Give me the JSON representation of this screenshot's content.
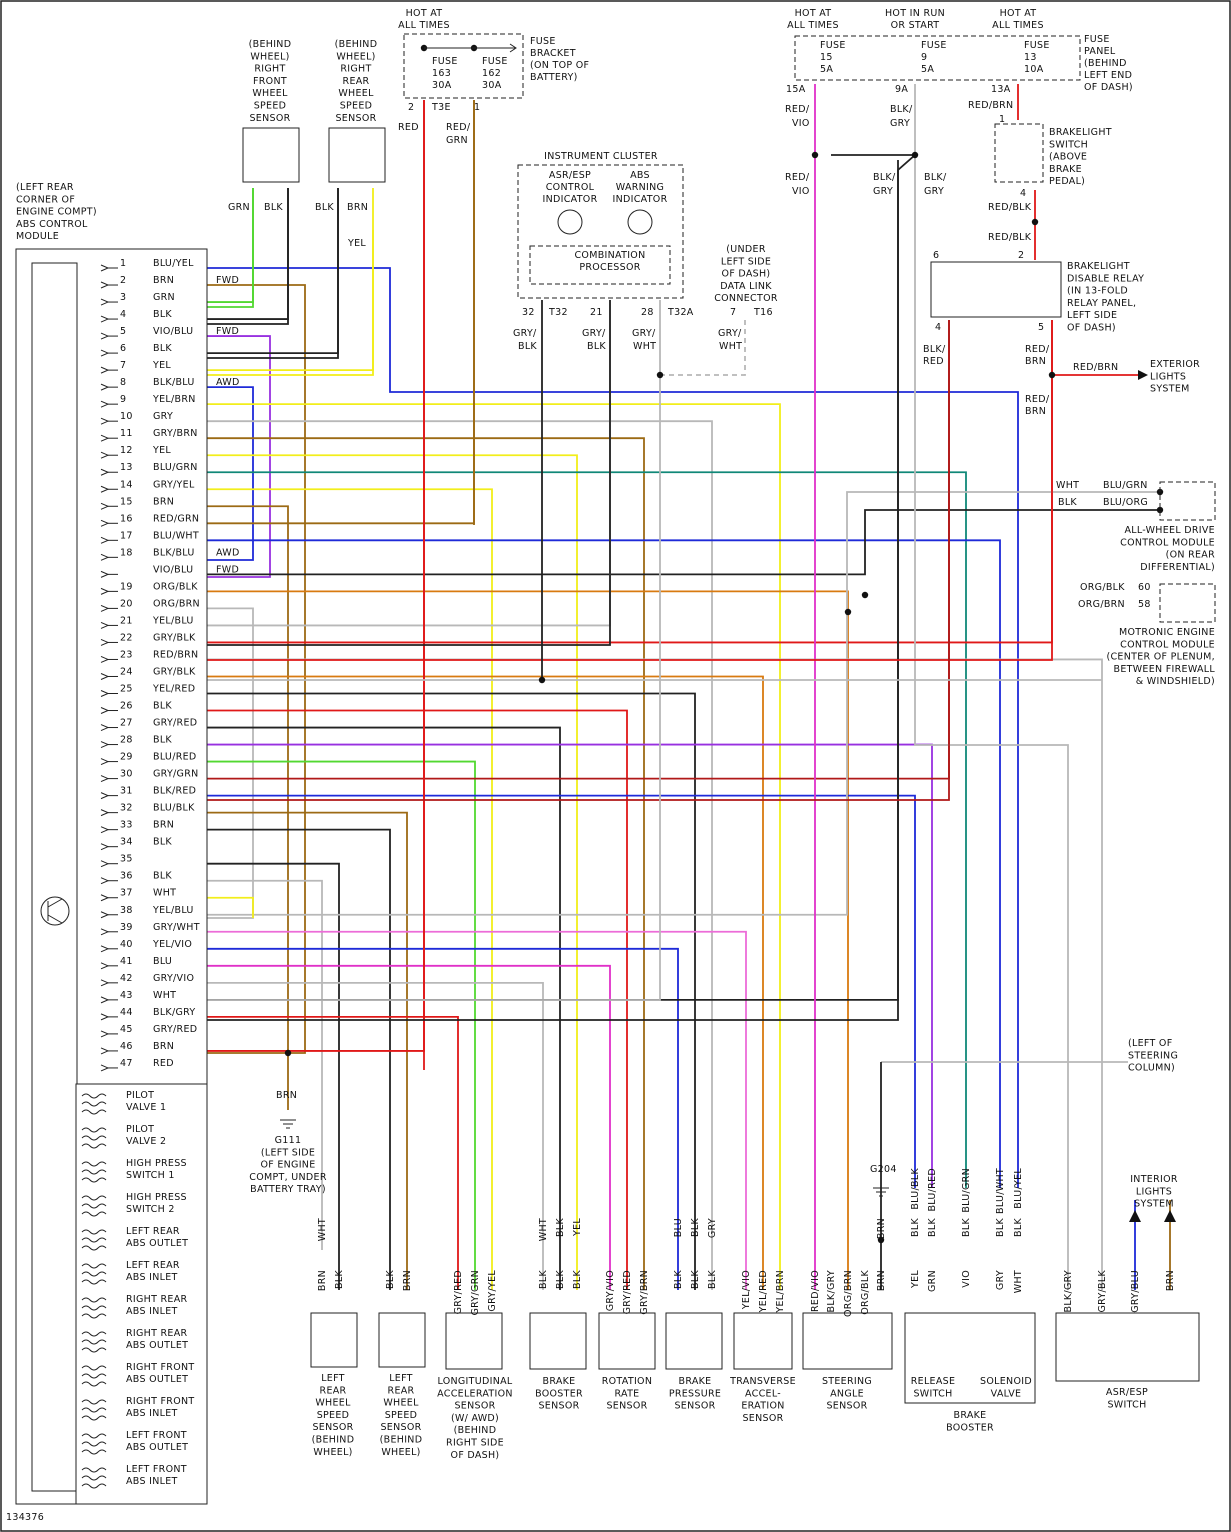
{
  "diagram_id": "134376",
  "abs_module": {
    "location_lines": [
      "(LEFT REAR",
      "CORNER OF",
      "ENGINE COMPT)",
      "ABS CONTROL",
      "MODULE"
    ],
    "pins": [
      {
        "n": "1",
        "color": "BLU/YEL",
        "note": ""
      },
      {
        "n": "2",
        "color": "BRN",
        "note": "FWD"
      },
      {
        "n": "3",
        "color": "GRN",
        "note": ""
      },
      {
        "n": "4",
        "color": "BLK",
        "note": ""
      },
      {
        "n": "5",
        "color": "VIO/BLU",
        "note": "FWD"
      },
      {
        "n": "6",
        "color": "BLK",
        "note": ""
      },
      {
        "n": "7",
        "color": "YEL",
        "note": ""
      },
      {
        "n": "8",
        "color": "BLK/BLU",
        "note": "AWD"
      },
      {
        "n": "9",
        "color": "YEL/BRN",
        "note": ""
      },
      {
        "n": "10",
        "color": "GRY",
        "note": ""
      },
      {
        "n": "11",
        "color": "GRY/BRN",
        "note": ""
      },
      {
        "n": "12",
        "color": "YEL",
        "note": ""
      },
      {
        "n": "13",
        "color": "BLU/GRN",
        "note": ""
      },
      {
        "n": "14",
        "color": "GRY/YEL",
        "note": ""
      },
      {
        "n": "15",
        "color": "BRN",
        "note": ""
      },
      {
        "n": "16",
        "color": "RED/GRN",
        "note": ""
      },
      {
        "n": "17",
        "color": "BLU/WHT",
        "note": ""
      },
      {
        "n": "18",
        "color": "BLK/BLU",
        "note": "AWD"
      },
      {
        "n": "",
        "color": "VIO/BLU",
        "note": "FWD"
      },
      {
        "n": "19",
        "color": "ORG/BLK",
        "note": ""
      },
      {
        "n": "20",
        "color": "ORG/BRN",
        "note": ""
      },
      {
        "n": "21",
        "color": "YEL/BLU",
        "note": ""
      },
      {
        "n": "22",
        "color": "GRY/BLK",
        "note": ""
      },
      {
        "n": "23",
        "color": "RED/BRN",
        "note": ""
      },
      {
        "n": "24",
        "color": "GRY/BLK",
        "note": ""
      },
      {
        "n": "25",
        "color": "YEL/RED",
        "note": ""
      },
      {
        "n": "26",
        "color": "BLK",
        "note": ""
      },
      {
        "n": "27",
        "color": "GRY/RED",
        "note": ""
      },
      {
        "n": "28",
        "color": "BLK",
        "note": ""
      },
      {
        "n": "29",
        "color": "BLU/RED",
        "note": ""
      },
      {
        "n": "30",
        "color": "GRY/GRN",
        "note": ""
      },
      {
        "n": "31",
        "color": "BLK/RED",
        "note": ""
      },
      {
        "n": "32",
        "color": "BLU/BLK",
        "note": ""
      },
      {
        "n": "33",
        "color": "BRN",
        "note": ""
      },
      {
        "n": "34",
        "color": "BLK",
        "note": ""
      },
      {
        "n": "35",
        "color": "",
        "note": ""
      },
      {
        "n": "36",
        "color": "BLK",
        "note": ""
      },
      {
        "n": "37",
        "color": "WHT",
        "note": ""
      },
      {
        "n": "38",
        "color": "YEL/BLU",
        "note": ""
      },
      {
        "n": "39",
        "color": "GRY/WHT",
        "note": ""
      },
      {
        "n": "40",
        "color": "YEL/VIO",
        "note": ""
      },
      {
        "n": "41",
        "color": "BLU",
        "note": ""
      },
      {
        "n": "42",
        "color": "GRY/VIO",
        "note": ""
      },
      {
        "n": "43",
        "color": "WHT",
        "note": ""
      },
      {
        "n": "44",
        "color": "BLK/GRY",
        "note": ""
      },
      {
        "n": "45",
        "color": "GRY/RED",
        "note": ""
      },
      {
        "n": "46",
        "color": "BRN",
        "note": ""
      },
      {
        "n": "47",
        "color": "RED",
        "note": ""
      }
    ],
    "valves": [
      [
        "PILOT",
        "VALVE 1"
      ],
      [
        "PILOT",
        "VALVE 2"
      ],
      [
        "HIGH PRESS",
        "SWITCH 1"
      ],
      [
        "HIGH PRESS",
        "SWITCH 2"
      ],
      [
        "LEFT REAR",
        "ABS OUTLET"
      ],
      [
        "LEFT REAR",
        "ABS INLET"
      ],
      [
        "RIGHT REAR",
        "ABS INLET"
      ],
      [
        "RIGHT REAR",
        "ABS OUTLET"
      ],
      [
        "RIGHT FRONT",
        "ABS OUTLET"
      ],
      [
        "RIGHT FRONT",
        "ABS INLET"
      ],
      [
        "LEFT FRONT",
        "ABS OUTLET"
      ],
      [
        "LEFT FRONT",
        "ABS INLET"
      ]
    ]
  },
  "fuse_bracket": {
    "hot": [
      "HOT AT",
      "ALL TIMES"
    ],
    "label": [
      "FUSE",
      "BRACKET",
      "(ON TOP OF",
      "BATTERY)"
    ],
    "fuses": [
      [
        "FUSE",
        "163",
        "30A"
      ],
      [
        "FUSE",
        "162",
        "30A"
      ]
    ],
    "pins": [
      "2",
      "T3E",
      "1"
    ],
    "wires": [
      "RED",
      "RED/",
      "GRN"
    ]
  },
  "fuse_panel": {
    "hot": [
      [
        "HOT AT",
        "ALL TIMES"
      ],
      [
        "HOT IN RUN",
        "OR START"
      ],
      [
        "HOT AT",
        "ALL TIMES"
      ]
    ],
    "label": [
      "FUSE",
      "PANEL",
      "(BEHIND",
      "LEFT END",
      "OF DASH)"
    ],
    "fuses": [
      [
        "FUSE",
        "15",
        "5A"
      ],
      [
        "FUSE",
        "9",
        "5A"
      ],
      [
        "FUSE",
        "13",
        "10A"
      ]
    ],
    "pins": [
      "15A",
      "9A",
      "13A"
    ]
  },
  "right_front_sensor": [
    "(BEHIND",
    "WHEEL)",
    "RIGHT",
    "FRONT",
    "WHEEL",
    "SPEED",
    "SENSOR"
  ],
  "right_rear_sensor": [
    "(BEHIND",
    "WHEEL)",
    "RIGHT",
    "REAR",
    "WHEEL",
    "SPEED",
    "SENSOR"
  ],
  "instrument_cluster": {
    "title": "INSTRUMENT CLUSTER",
    "asr": [
      "ASR/ESP",
      "CONTROL",
      "INDICATOR"
    ],
    "abs": [
      "ABS",
      "WARNING",
      "INDICATOR"
    ],
    "processor": [
      "COMBINATION",
      "PROCESSOR"
    ],
    "pins": [
      "32",
      "T32",
      "21",
      "28",
      "T32A"
    ]
  },
  "dlc": [
    "(UNDER",
    "LEFT SIDE",
    "OF DASH)",
    "DATA LINK",
    "CONNECTOR"
  ],
  "dlc_pins": [
    "7",
    "T16"
  ],
  "brakelight_switch": [
    "BRAKELIGHT",
    "SWITCH",
    "(ABOVE",
    "BRAKE",
    "PEDAL)"
  ],
  "relay": [
    "BRAKELIGHT",
    "DISABLE RELAY",
    "(IN 13-FOLD",
    "RELAY PANEL,",
    "LEFT SIDE",
    "OF DASH)"
  ],
  "exterior": [
    "EXTERIOR",
    "LIGHTS",
    "SYSTEM"
  ],
  "awd_module": [
    "ALL-WHEEL DRIVE",
    "CONTROL MODULE",
    "(ON REAR",
    "DIFFERENTIAL)"
  ],
  "motronic": [
    "MOTRONIC ENGINE",
    "CONTROL MODULE",
    "(CENTER OF PLENUM,",
    "BETWEEN FIREWALL",
    "& WINDSHIELD)"
  ],
  "motronic_pins": [
    "60",
    "58"
  ],
  "g111": [
    "G111",
    "(LEFT SIDE",
    "OF ENGINE",
    "COMPT, UNDER",
    "BATTERY TRAY)"
  ],
  "g204": "G204",
  "steering_col": [
    "(LEFT OF",
    "STEERING",
    "COLUMN)"
  ],
  "interior": [
    "INTERIOR",
    "LIGHTS",
    "SYSTEM"
  ],
  "bottom_components": [
    [
      "LEFT",
      "REAR",
      "WHEEL",
      "SPEED",
      "SENSOR",
      "(BEHIND",
      "WHEEL)"
    ],
    [
      "LEFT",
      "REAR",
      "WHEEL",
      "SPEED",
      "SENSOR",
      "(BEHIND",
      "WHEEL)"
    ],
    [
      "LONGITUDINAL",
      "ACCELERATION",
      "SENSOR",
      "(W/ AWD)",
      "(BEHIND",
      "RIGHT SIDE",
      "OF DASH)"
    ],
    [
      "BRAKE",
      "BOOSTER",
      "SENSOR"
    ],
    [
      "ROTATION",
      "RATE",
      "SENSOR"
    ],
    [
      "BRAKE",
      "PRESSURE",
      "SENSOR"
    ],
    [
      "TRANSVERSE",
      "ACCEL-",
      "ERATION",
      "SENSOR"
    ],
    [
      "STEERING",
      "ANGLE",
      "SENSOR"
    ],
    [
      "RELEASE",
      "SWITCH"
    ],
    [
      "SOLENOID",
      "VALVE"
    ],
    [
      "BRAKE",
      "BOOSTER"
    ],
    [
      "ASR/ESP",
      "SWITCH"
    ]
  ]
}
